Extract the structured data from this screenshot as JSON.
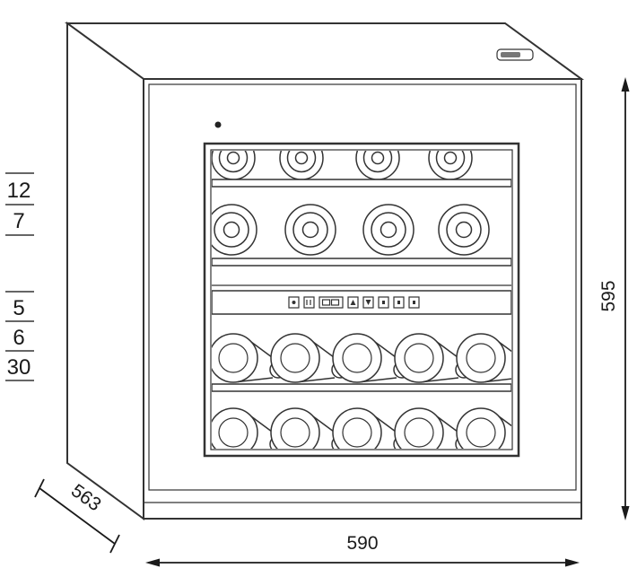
{
  "diagram": {
    "dimension_labels": {
      "height": "595",
      "width": "590",
      "depth": "563"
    },
    "capacity": {
      "upper_zone_rows": [
        "12",
        "7"
      ],
      "lower_zone_rows": [
        "5",
        "6",
        "30"
      ]
    },
    "colors": {
      "line": "#333333",
      "text": "#1a1a1a",
      "background": "#ffffff"
    }
  }
}
